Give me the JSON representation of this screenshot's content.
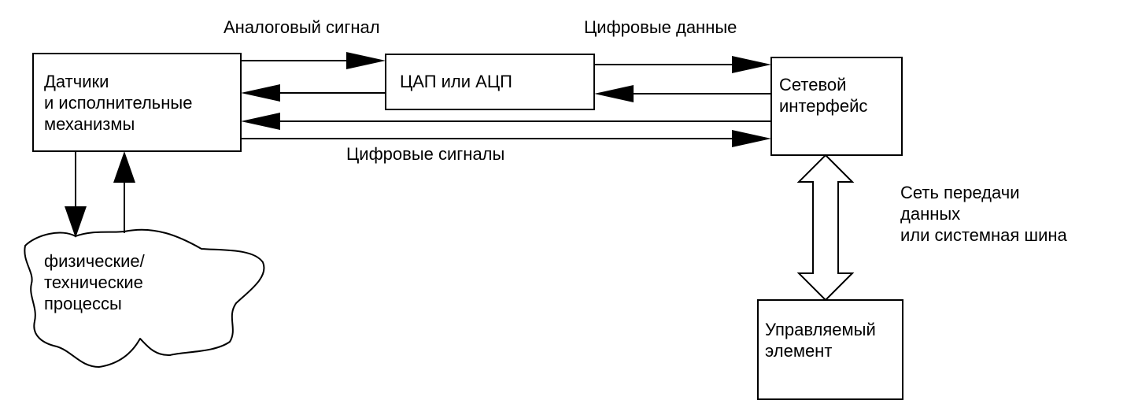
{
  "labels": {
    "analog_signal": "Аналоговый сигнал",
    "digital_data": "Цифровые данные",
    "digital_signals": "Цифровые сигналы",
    "network": "Сеть передачи\nданных\nили системная шина"
  },
  "blocks": {
    "sensors": "Датчики\nи исполнительные\nмеханизмы",
    "converter": "ЦАП или АЦП",
    "network_interface": "Сетевой\nинтерфейс",
    "controlled_element": "Управляемый\nэлемент",
    "processes": "физические/\nтехнические\nпроцессы"
  }
}
